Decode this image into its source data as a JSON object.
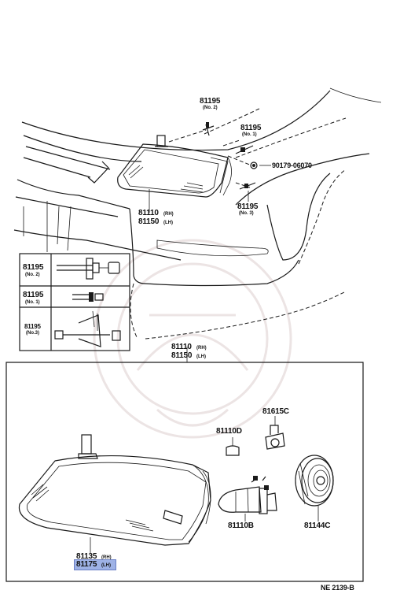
{
  "diagram": {
    "top_labels": {
      "clip_no2": {
        "num": "81195",
        "sub": "(No. 2)"
      },
      "clip_no1": {
        "num": "81195",
        "sub": "(No. 1)"
      },
      "nut": {
        "num": "90179-06070"
      },
      "clip_no3": {
        "num": "81195",
        "sub": "(No. 3)"
      },
      "headlamp_rh": {
        "num": "81110",
        "sub": "(RH)"
      },
      "headlamp_lh": {
        "num": "81150",
        "sub": "(LH)"
      }
    },
    "legend_table": [
      {
        "num": "81195",
        "sub": "(No. 2)"
      },
      {
        "num": "81195",
        "sub": "(No. 1)"
      },
      {
        "num": "81195",
        "sub": "(No.3)"
      }
    ],
    "box_header": {
      "rh": {
        "num": "81110",
        "sub": "(RH)"
      },
      "lh": {
        "num": "81150",
        "sub": "(LH)"
      }
    },
    "parts": {
      "socket": "81615C",
      "bulb_small": "81110D",
      "bulb_main": "81110B",
      "cover": "81144C",
      "lens_rh": {
        "num": "81135",
        "sub": "(RH)"
      },
      "lens_lh": {
        "num": "81175",
        "sub": "(LH)"
      }
    },
    "figure_code": "NE 2139-B"
  }
}
